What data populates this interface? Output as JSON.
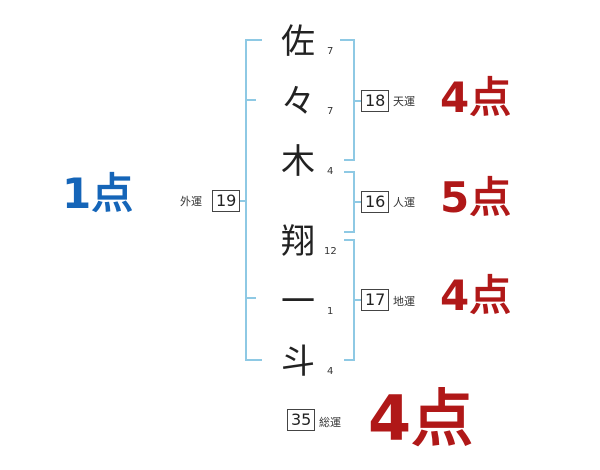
{
  "colors": {
    "bracket": "#8ec9e4",
    "fortune_red": "#b01818",
    "fortune_blue": "#1565b8"
  },
  "name": {
    "chars": [
      {
        "char": "佐",
        "strokes": "7"
      },
      {
        "char": "々",
        "strokes": "7"
      },
      {
        "char": "木",
        "strokes": "4"
      },
      {
        "char": "翔",
        "strokes": "12"
      },
      {
        "char": "一",
        "strokes": "1"
      },
      {
        "char": "斗",
        "strokes": "4"
      }
    ]
  },
  "gaiun": {
    "label": "外運",
    "value": "19",
    "result": "1点"
  },
  "tenun": {
    "label": "天運",
    "value": "18",
    "result": "4点"
  },
  "jinun": {
    "label": "人運",
    "value": "16",
    "result": "5点"
  },
  "chiun": {
    "label": "地運",
    "value": "17",
    "result": "4点"
  },
  "souun": {
    "label": "総運",
    "value": "35",
    "result": "4点"
  }
}
